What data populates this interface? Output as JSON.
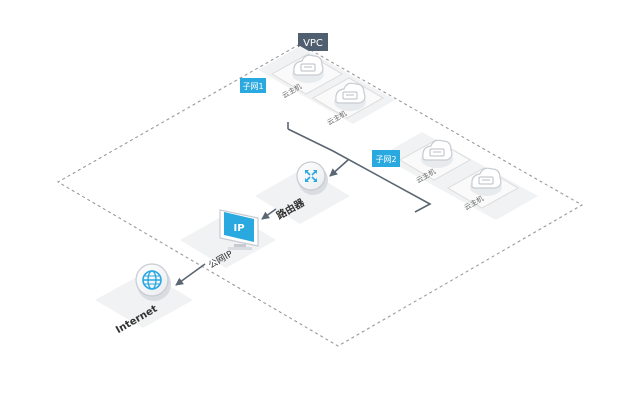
{
  "vpc_label": "VPC",
  "subnets": [
    {
      "label": "子网1",
      "hosts": [
        "云主机",
        "云主机"
      ]
    },
    {
      "label": "子网2",
      "hosts": [
        "云主机",
        "云主机"
      ]
    }
  ],
  "router_label": "路由器",
  "public_ip": {
    "badge": "IP",
    "label": "公网IP"
  },
  "internet_label": "Internet",
  "colors": {
    "accent": "#2aa8e0",
    "dark_tag": "#4f5f6f",
    "tile": "#f1f2f3",
    "tile_border": "#dcdcdc",
    "icon_fill": "#ffffff",
    "icon_stroke": "#c7cbd1",
    "line": "#5b6673",
    "dash": "#9a9a9a"
  },
  "icons": {
    "host": "cloud-server-icon",
    "router": "router-arrows-icon",
    "ip": "monitor-ip-icon",
    "internet": "globe-icon"
  }
}
